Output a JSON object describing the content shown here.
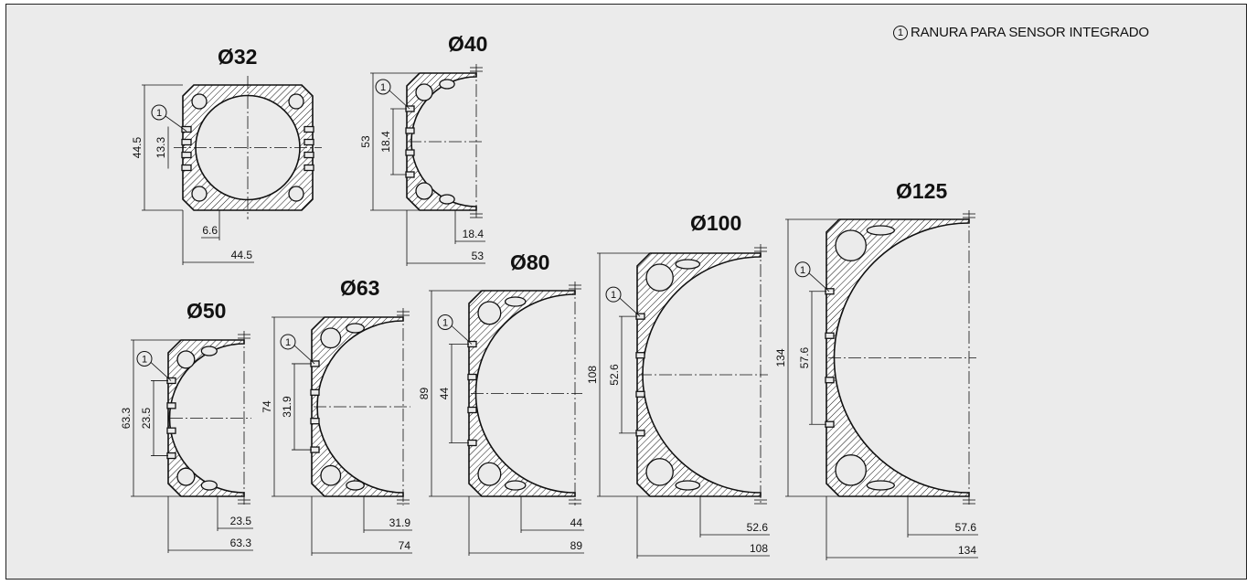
{
  "legend": {
    "number": "1",
    "text": "RANURA PARA SENSOR INTEGRADO"
  },
  "callout_number": "1",
  "profiles": [
    {
      "id": "d32",
      "title": "Ø32",
      "height": "44.5",
      "slot": "13.3",
      "off": "6.6",
      "width": "44.5"
    },
    {
      "id": "d40",
      "title": "Ø40",
      "height": "53",
      "slot": "18.4",
      "off": "18.4",
      "width": "53"
    },
    {
      "id": "d50",
      "title": "Ø50",
      "height": "63.3",
      "slot": "23.5",
      "off": "23.5",
      "width": "63.3"
    },
    {
      "id": "d63",
      "title": "Ø63",
      "height": "74",
      "slot": "31.9",
      "off": "31.9",
      "width": "74"
    },
    {
      "id": "d80",
      "title": "Ø80",
      "height": "89",
      "slot": "44",
      "off": "44",
      "width": "89"
    },
    {
      "id": "d100",
      "title": "Ø100",
      "height": "108",
      "slot": "52.6",
      "off": "52.6",
      "width": "108"
    },
    {
      "id": "d125",
      "title": "Ø125",
      "height": "134",
      "slot": "57.6",
      "off": "57.6",
      "width": "134"
    }
  ]
}
